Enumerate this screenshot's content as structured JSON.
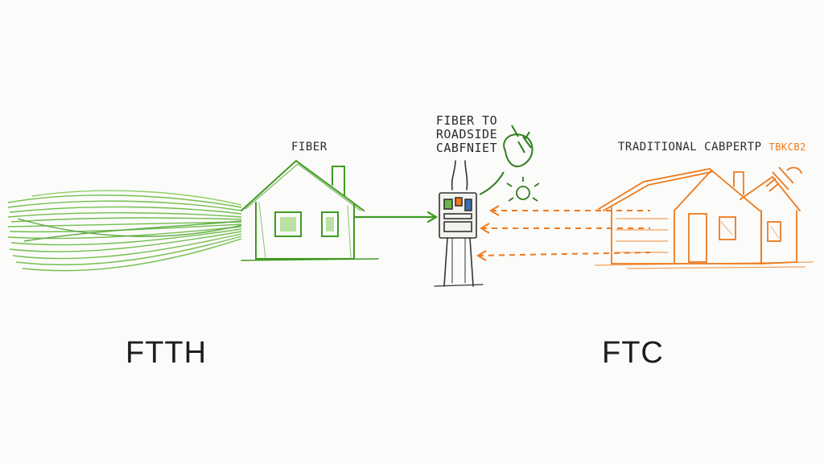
{
  "labels": {
    "fiber": "FIBER",
    "cabinet_line1": "FIBER TO",
    "cabinet_line2": "ROADSIDE",
    "cabinet_line3": "CABFNIET",
    "traditional": "TRADITIONAL CABPERTP",
    "traditional_extra": "TBKCB2",
    "ftth": "FTTH",
    "ftc": "FTC"
  },
  "colors": {
    "fiber_green": "#4fae2c",
    "legacy_orange": "#ee7a1c",
    "ink": "#2a2a2a"
  },
  "icons": [
    "house-icon",
    "roadside-cabinet-icon",
    "plug-icon",
    "lightbulb-icon",
    "wrench-icon"
  ]
}
